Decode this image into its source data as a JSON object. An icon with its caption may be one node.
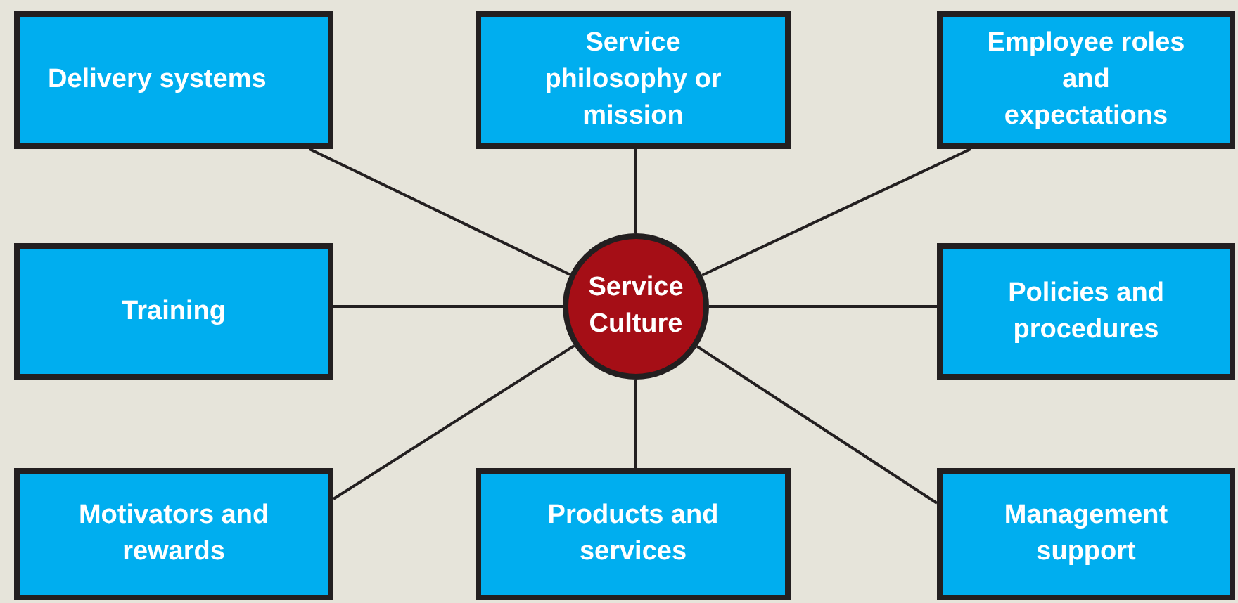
{
  "diagram": {
    "nodes": [
      {
        "text": [
          "Delivery systems"
        ]
      },
      {
        "text": [
          "Service philosophy or mission"
        ]
      },
      {
        "text": [
          "Employee roles and expectations"
        ]
      },
      {
        "text": [
          "Training"
        ]
      },
      {
        "text": [
          "Service Culture"
        ]
      },
      {
        "text": [
          "Policies and procedures"
        ]
      },
      {
        "text": [
          "Motivators and rewards"
        ]
      },
      {
        "text": [
          "Products and services"
        ]
      },
      {
        "text": [
          "Management support"
        ]
      }
    ],
    "edges": [
      {
        "from": 4,
        "to": 0,
        "arrow": "none"
      },
      {
        "from": 4,
        "to": 1,
        "arrow": "none"
      },
      {
        "from": 4,
        "to": 2,
        "arrow": "none"
      },
      {
        "from": 4,
        "to": 3,
        "arrow": "none"
      },
      {
        "from": 4,
        "to": 5,
        "arrow": "none"
      },
      {
        "from": 4,
        "to": 6,
        "arrow": "none"
      },
      {
        "from": 4,
        "to": 7,
        "arrow": "none"
      },
      {
        "from": 4,
        "to": 8,
        "arrow": "none"
      }
    ]
  }
}
